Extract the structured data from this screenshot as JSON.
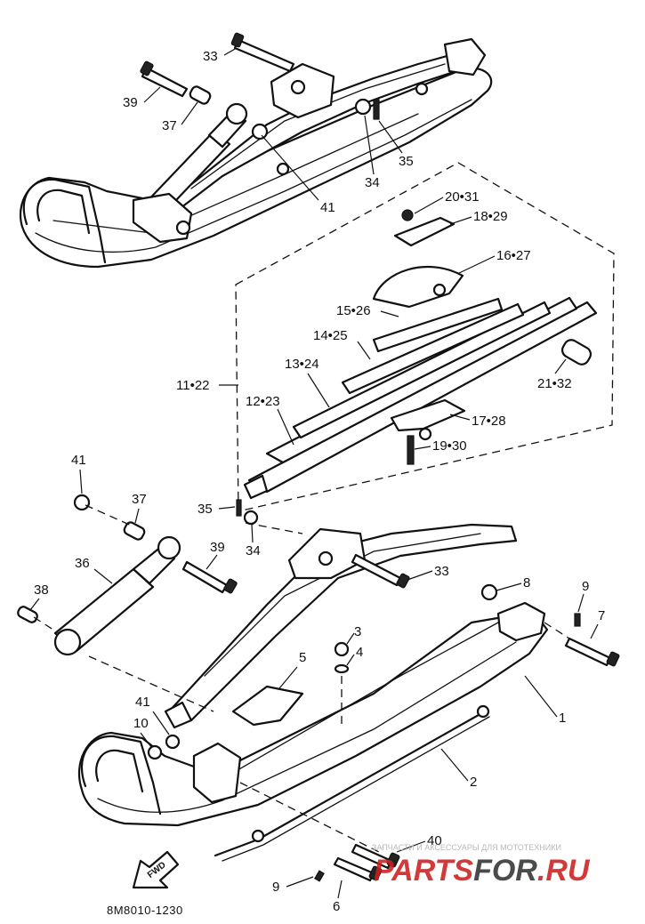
{
  "labels": {
    "l33_top": "33",
    "l39_top": "39",
    "l37_top": "37",
    "l41_top": "41",
    "l34_top": "34",
    "l35_top": "35",
    "l20_31": "20•31",
    "l18_29": "18•29",
    "l16_27": "16•27",
    "l15_26": "15•26",
    "l14_25": "14•25",
    "l13_24": "13•24",
    "l11_22": "11•22",
    "l12_23": "12•23",
    "l21_32": "21•32",
    "l17_28": "17•28",
    "l19_30": "19•30",
    "l41_mid": "41",
    "l37_mid": "37",
    "l35_mid": "35",
    "l34_mid": "34",
    "l39_mid": "39",
    "l36": "36",
    "l33_mid": "33",
    "l38": "38",
    "l8": "8",
    "l9_right": "9",
    "l7": "7",
    "l3": "3",
    "l4": "4",
    "l5": "5",
    "l1": "1",
    "l41_low": "41",
    "l10": "10",
    "l2": "2",
    "l40": "40",
    "l9_low": "9",
    "l6": "6"
  },
  "fwd_label": "FWD",
  "diagram_code": "8M8010-1230",
  "watermark": {
    "caption": "ЗАПЧАСТИ И АКСЕССУАРЫ ДЛЯ МОТОТЕХНИКИ",
    "logo_a": "PARTS",
    "logo_b": "FOR",
    "logo_c": ".RU"
  }
}
